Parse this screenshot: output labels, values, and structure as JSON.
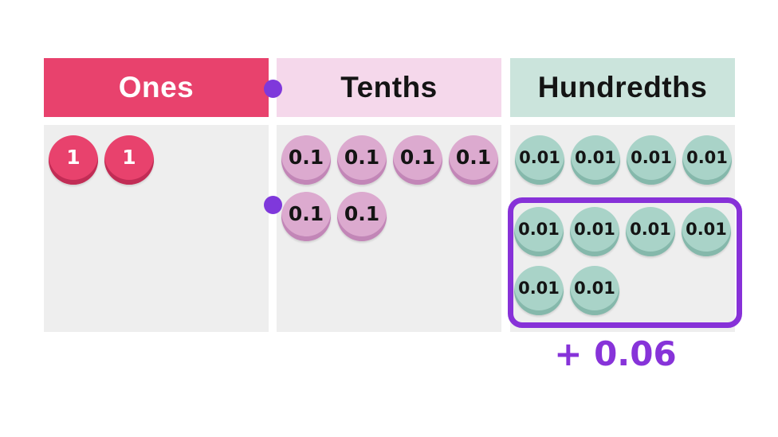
{
  "chart_title": "",
  "columns": [
    {
      "label": "Ones",
      "header_bg": "#e8426d",
      "header_text_color": "#ffffff",
      "counter_style": {
        "bg": "#e8426d",
        "rim": "#c12c55",
        "text_color": "#ffffff"
      },
      "groups": [
        {
          "highlighted": false,
          "counters": [
            "1",
            "1"
          ]
        }
      ],
      "counter_count": 2,
      "counter_value": "1"
    },
    {
      "label": "Tenths",
      "header_bg": "#f5d8eb",
      "header_text_color": "#141414",
      "counter_style": {
        "bg": "#dcaacf",
        "rim": "#c286b7",
        "text_color": "#141414"
      },
      "groups": [
        {
          "highlighted": false,
          "counters": [
            "0.1",
            "0.1",
            "0.1",
            "0.1",
            "0.1",
            "0.1"
          ]
        }
      ],
      "counter_count": 6,
      "counter_value": "0.1"
    },
    {
      "label": "Hundredths",
      "header_bg": "#cbe4dc",
      "header_text_color": "#141414",
      "counter_style": {
        "bg": "#a9d3c8",
        "rim": "#85b8ab",
        "text_color": "#141414"
      },
      "groups": [
        {
          "highlighted": false,
          "counters": [
            "0.01",
            "0.01",
            "0.01",
            "0.01"
          ]
        },
        {
          "highlighted": true,
          "counters": [
            "0.01",
            "0.01",
            "0.01",
            "0.01",
            "0.01",
            "0.01"
          ]
        }
      ],
      "counter_count": 10,
      "counter_value": "0.01"
    }
  ],
  "decimal_separator": {
    "count": 2,
    "color": "#7f38db"
  },
  "highlight_box": {
    "border_color": "#8731d8",
    "counters_inside": 6
  },
  "annotation": {
    "text": "+ 0.06",
    "color": "#8733d9"
  },
  "colors": {
    "page_bg": "#ffffff",
    "panel_bg": "#eeeeee"
  }
}
